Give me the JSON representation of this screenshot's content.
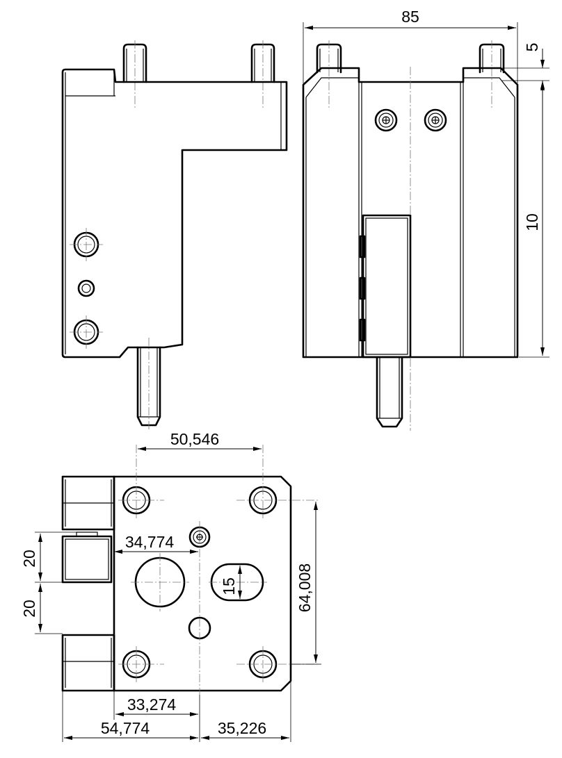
{
  "dimensions": {
    "width_85": "85",
    "offset_5": "5",
    "height_10": "10",
    "spacing_50_546": "50,546",
    "offset_34_774": "34,774",
    "height_64_008": "64,008",
    "slot_15": "15",
    "pitch_20_top": "20",
    "pitch_20_bottom": "20",
    "offset_33_274": "33,274",
    "offset_54_774": "54,774",
    "offset_35_226": "35,226"
  }
}
